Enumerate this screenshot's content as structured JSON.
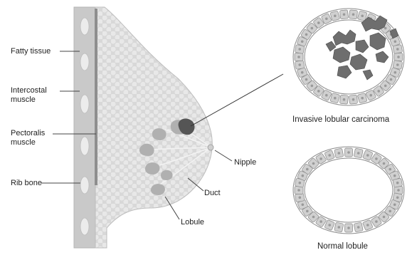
{
  "labels": {
    "fatty_tissue": "Fatty tissue",
    "intercostal_1": "Intercostal",
    "intercostal_2": "muscle",
    "pectoralis_1": "Pectoralis",
    "pectoralis_2": "muscle",
    "rib_bone": "Rib bone",
    "nipple": "Nipple",
    "duct": "Duct",
    "lobule": "Lobule"
  },
  "captions": {
    "invasive": "Invasive lobular carcinoma",
    "normal": "Normal lobule"
  },
  "colors": {
    "tissue": "#d8d8d8",
    "cell_pattern": "#e6e6e6",
    "rib_bone": "#ececec",
    "chest_wall": "#c9c9c9",
    "muscle_band": "#8e8e8e",
    "lobule": "#b0b0b0",
    "tumor_lobule": "#555555",
    "cell": "#d0d0d0",
    "cell_nucleus": "#9a9a9a",
    "carcinoma": "#6e6e6e"
  }
}
